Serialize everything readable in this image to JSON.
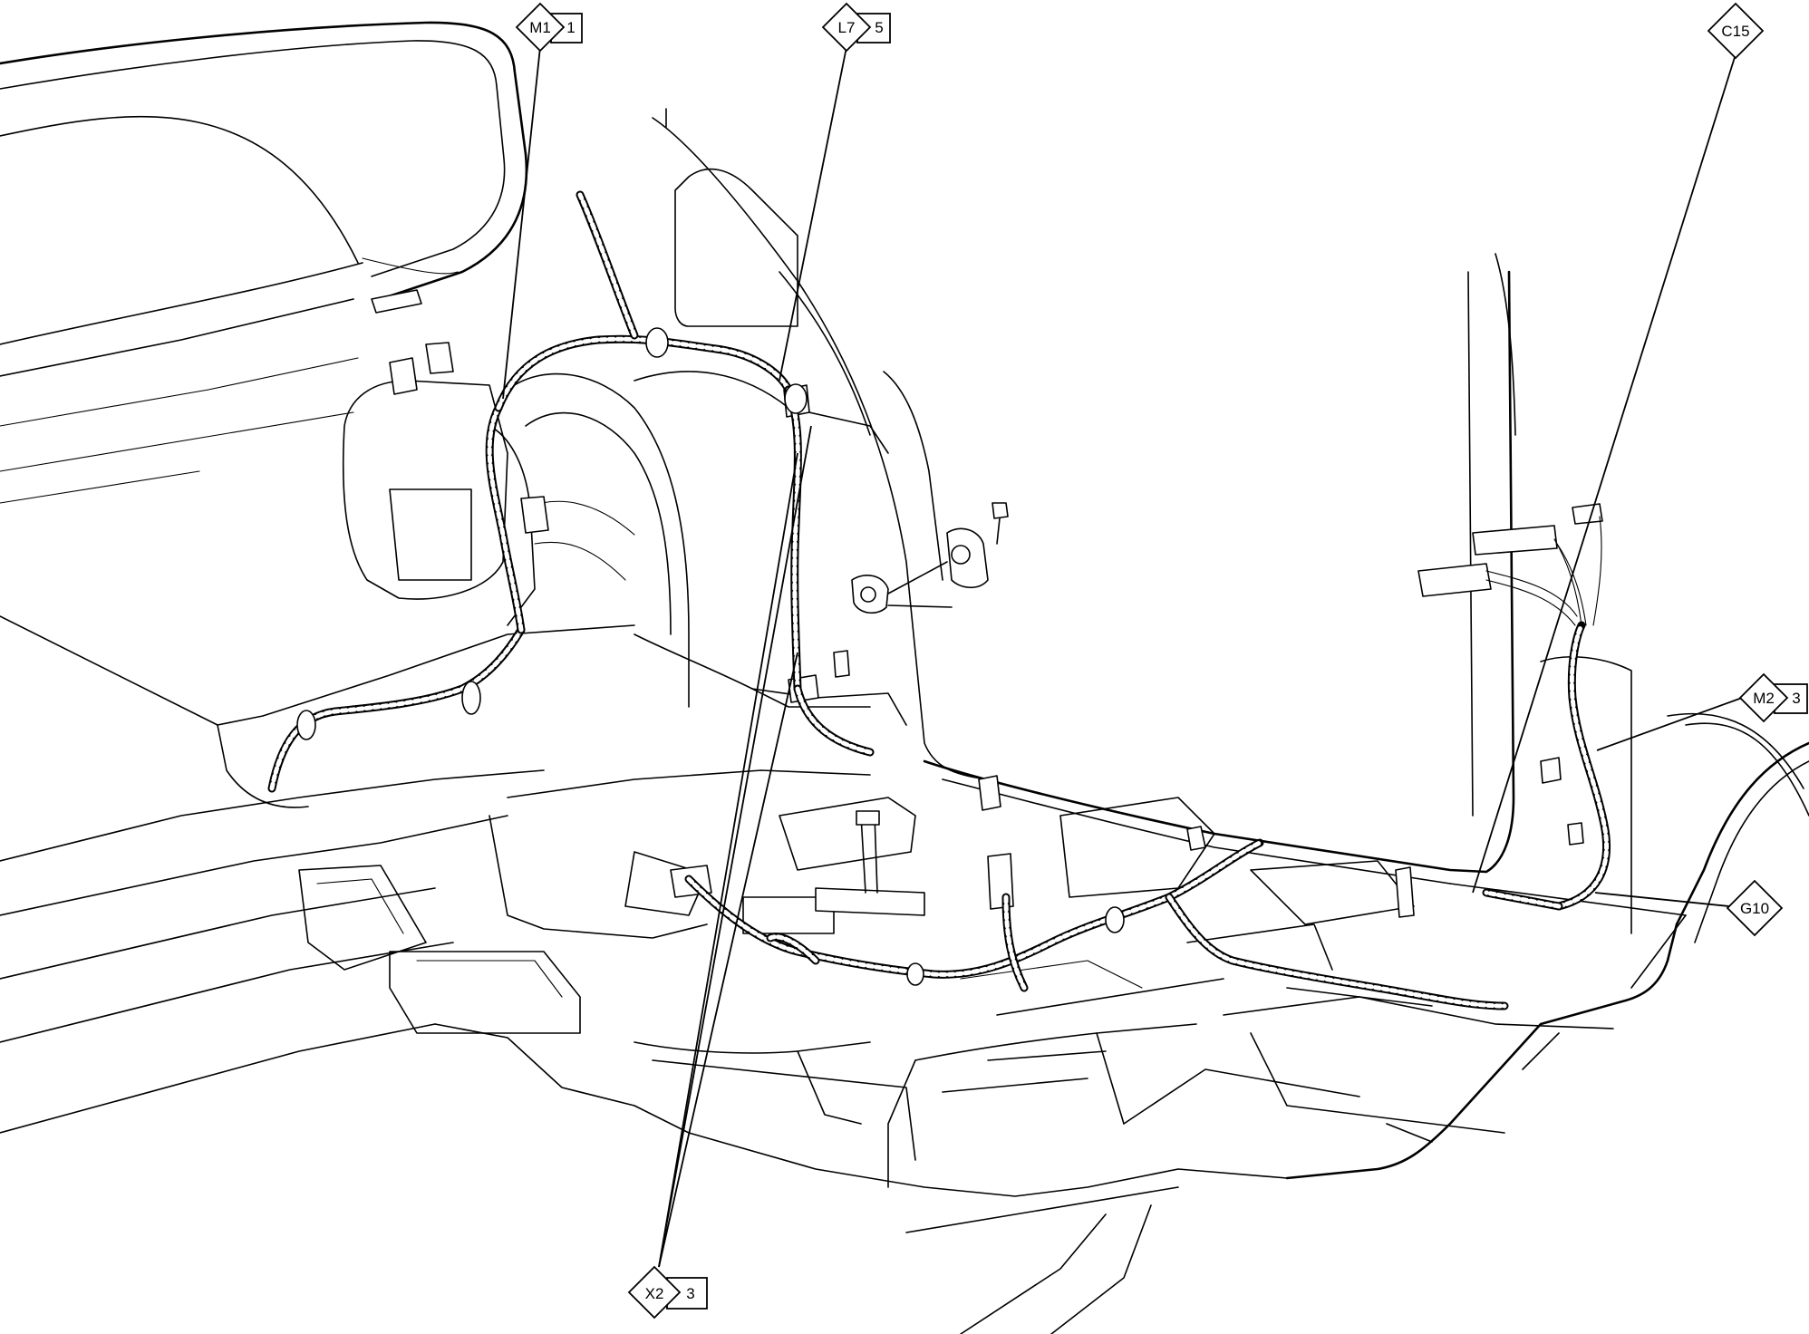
{
  "callouts": [
    {
      "code": "M1",
      "number": "1"
    },
    {
      "code": "L7",
      "number": "5"
    },
    {
      "code": "C15",
      "number": ""
    },
    {
      "code": "M2",
      "number": "3"
    },
    {
      "code": "G10",
      "number": ""
    },
    {
      "code": "X2",
      "number": "3"
    }
  ]
}
